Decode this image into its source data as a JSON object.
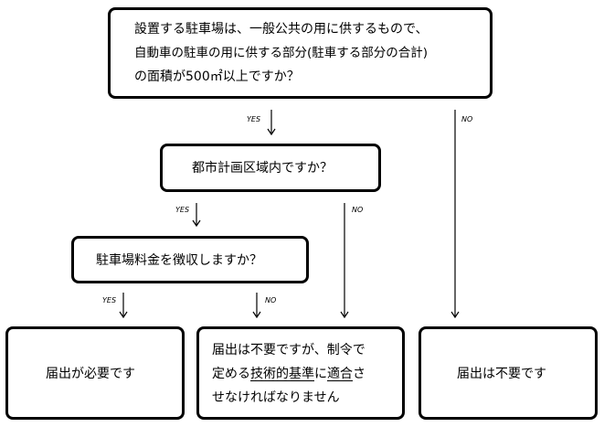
{
  "q1": {
    "line1": "設置する駐車場は、一般公共の用に供するもので、",
    "line2": "自動車の駐車の用に供する部分(駐車する部分の合計)",
    "line3": "の面積が500㎡以上ですか？"
  },
  "q2": {
    "text": "都市計画区域内ですか？"
  },
  "q3": {
    "text": "駐車場料金を徴収しますか？"
  },
  "r1": {
    "text": "届出が必要です"
  },
  "r2": {
    "line1": "届出は不要ですが、制令で",
    "line2_a": "定める",
    "line2_b": "技術的基準",
    "line2_c": "に",
    "line2_d": "適合",
    "line2_e": "さ",
    "line3": "せなければなりません"
  },
  "r3": {
    "text": "届出は不要です"
  },
  "labels": {
    "yes": "YES",
    "no": "NO"
  }
}
